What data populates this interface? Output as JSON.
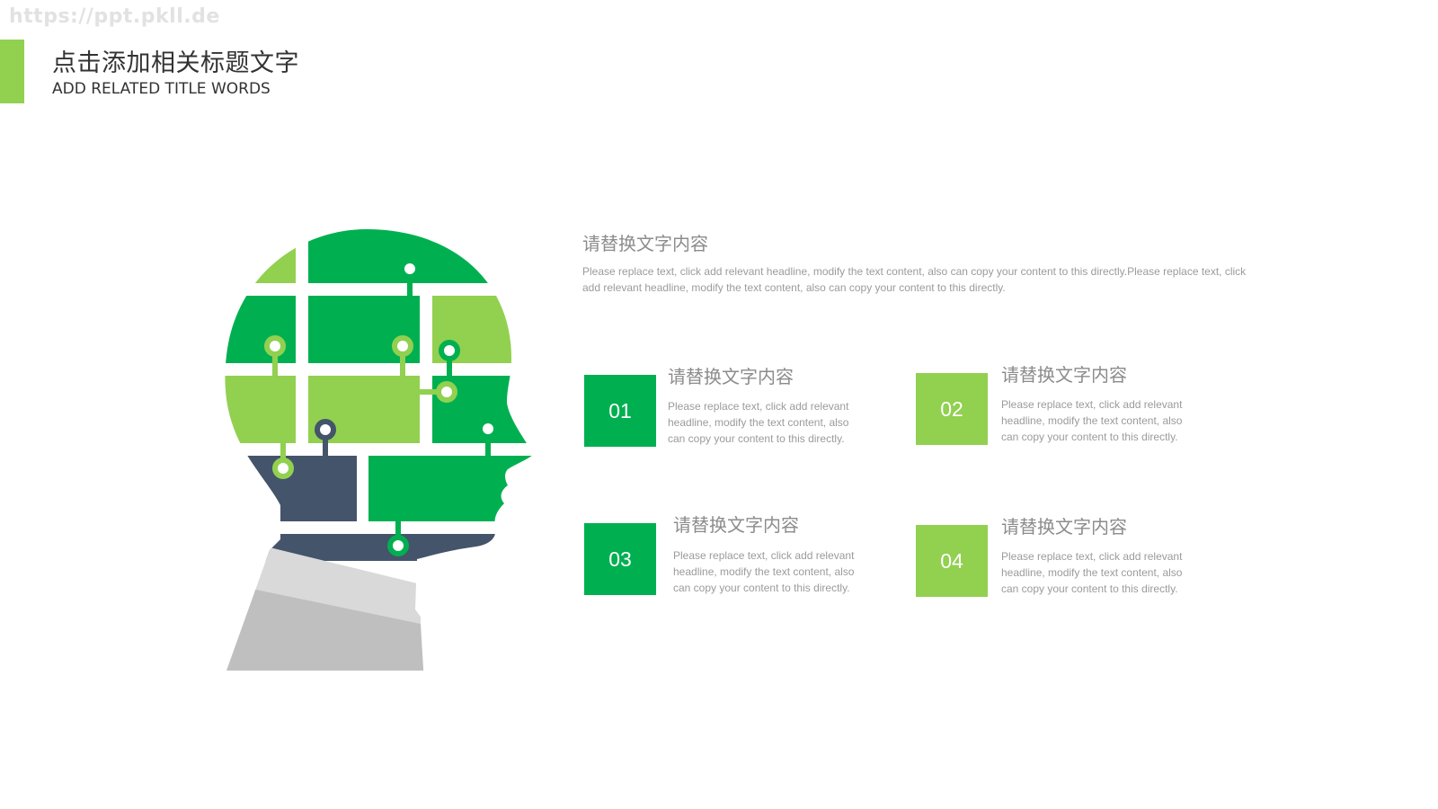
{
  "watermark": "https://ppt.pkll.de",
  "header": {
    "title_cn": "点击添加相关标题文字",
    "title_en": "ADD RELATED TITLE WORDS"
  },
  "colors": {
    "dark_green": "#00b050",
    "light_green": "#92d050",
    "navy": "#44546a",
    "light_gray": "#d9d9d9",
    "mid_gray": "#bfbfbf"
  },
  "intro": {
    "title": "请替换文字内容",
    "body": "Please replace text, click add relevant headline, modify the text content, also can copy your content to this directly.Please replace text, click add relevant headline, modify the text content, also can copy your content to this directly."
  },
  "items": [
    {
      "number": "01",
      "color": "#00b050",
      "title": "请替换文字内容",
      "text": "Please replace text, click add relevant headline, modify the text content, also can copy your content to this directly."
    },
    {
      "number": "02",
      "color": "#92d050",
      "title": "请替换文字内容",
      "text": "Please replace text, click add relevant headline, modify the text content, also can copy your content to this directly."
    },
    {
      "number": "03",
      "color": "#00b050",
      "title": "请替换文字内容",
      "text": "Please replace text, click add relevant headline, modify the text content, also can copy your content to this directly."
    },
    {
      "number": "04",
      "color": "#92d050",
      "title": "请替换文字内容",
      "text": "Please replace text, click add relevant headline, modify the text content, also can copy your content to this directly."
    }
  ]
}
